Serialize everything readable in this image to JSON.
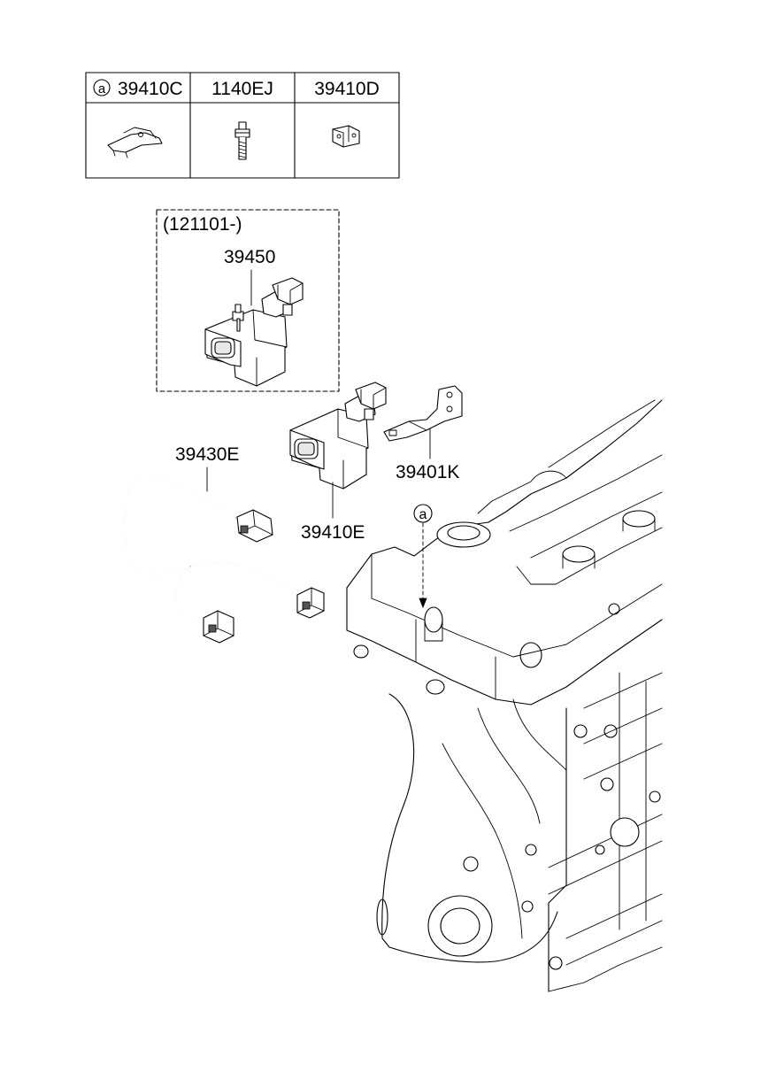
{
  "legend_table": {
    "headers": [
      "39410C",
      "1140EJ",
      "39410D"
    ],
    "marker": "a"
  },
  "variant_box": {
    "label": "(121101-)",
    "part_number": "39450"
  },
  "callouts": {
    "harness": "39430E",
    "sensor": "39410E",
    "bracket": "39401K",
    "ref_marker": "a"
  },
  "colors": {
    "line": "#000000",
    "background": "#ffffff"
  }
}
